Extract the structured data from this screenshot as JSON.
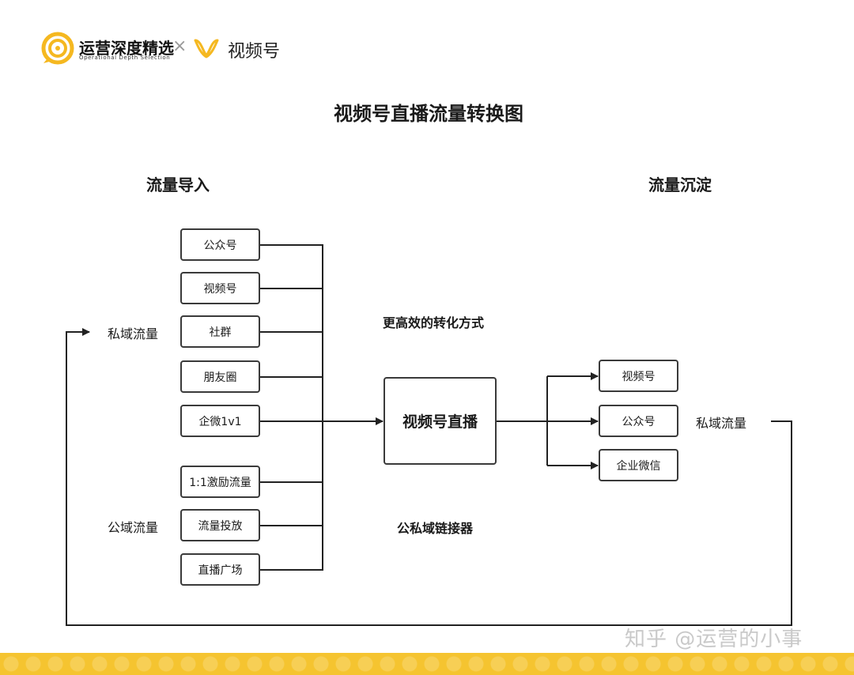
{
  "brand": {
    "name": "运营深度精选",
    "subname": "Operational Depth Selection",
    "separator": "×",
    "partner": "视频号",
    "accent": "#f5b820"
  },
  "title": "视频号直播流量转换图",
  "sections": {
    "left_heading": "流量导入",
    "right_heading": "流量沉淀"
  },
  "left_groups": {
    "private": "私域流量",
    "public": "公域流量"
  },
  "sources": [
    "公众号",
    "视频号",
    "社群",
    "朋友圈",
    "企微1v1",
    "1:1激励流量",
    "流量投放",
    "直播广场"
  ],
  "center": {
    "label": "视频号直播",
    "above_note": "更高效的转化方式",
    "below_note": "公私域链接器"
  },
  "outputs": [
    "视频号",
    "公众号",
    "企业微信"
  ],
  "right_group": "私域流量",
  "footer": {
    "watermark": "知乎 @运营的小事",
    "band_color": "#f5c430"
  }
}
